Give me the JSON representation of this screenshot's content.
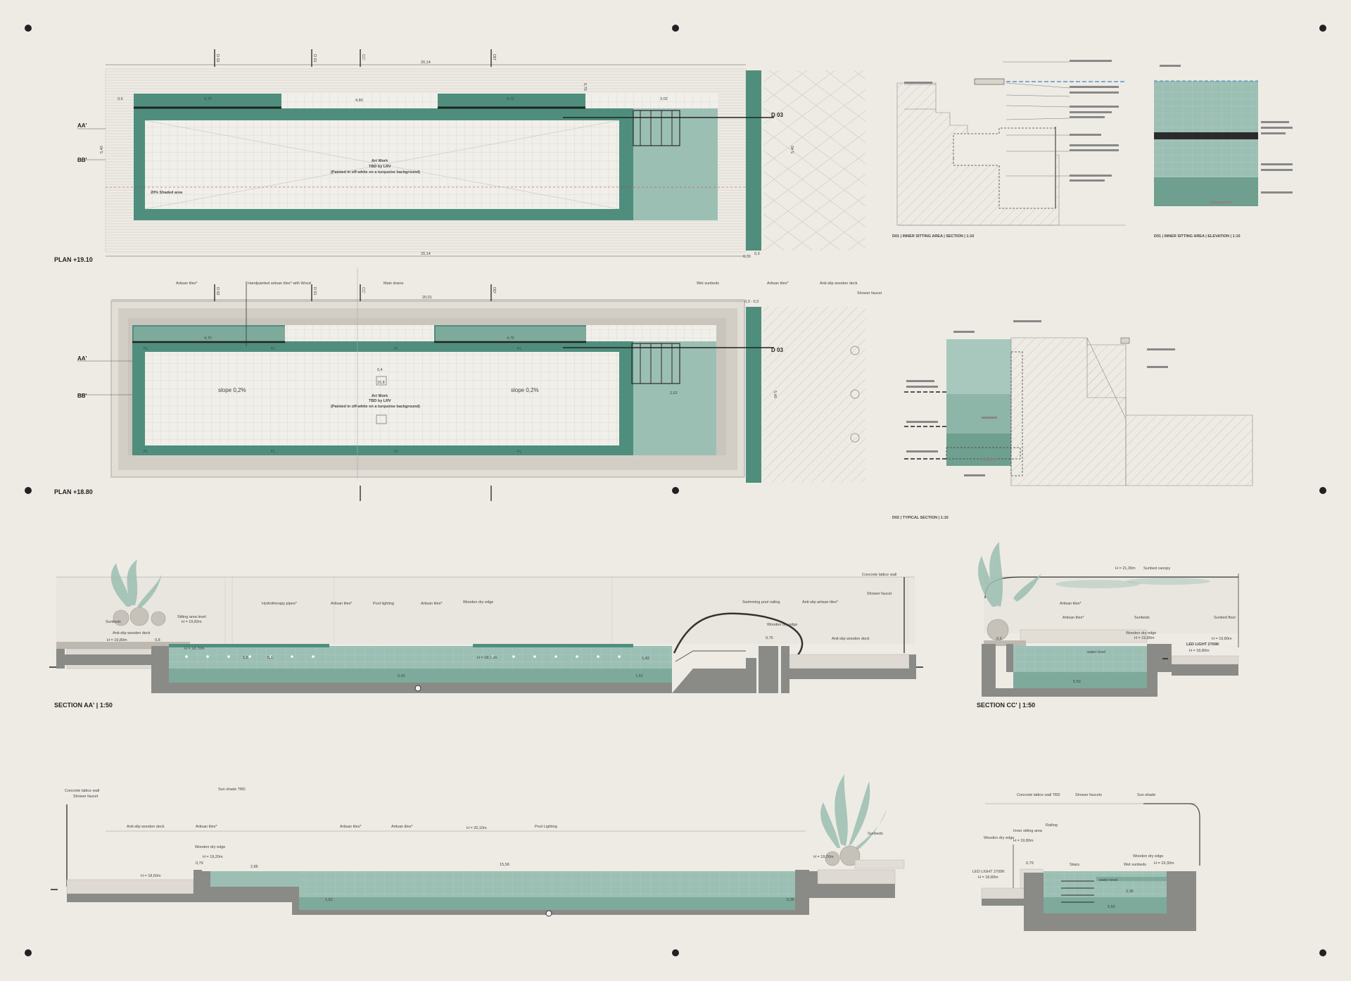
{
  "drawings": {
    "plan1": {
      "title": "PLAN +19.10",
      "dims_top": [
        "20,14"
      ],
      "dims_bottom": [
        "20,14"
      ],
      "seg_dims": [
        "4,72",
        "4,80",
        "4,72",
        "3,02"
      ],
      "left_dim": "0,6",
      "cuts": [
        "D 02",
        "D 01",
        "CC'",
        "DD'"
      ],
      "rows": [
        "AA'",
        "BB'"
      ],
      "side_dim": "5,40",
      "right_dim": "5,40",
      "top_dim": "0,70",
      "detail_tag": "D 03",
      "artwork": [
        "Art Work",
        "TBD by LRV",
        "(Painted in off-white on a turquoise background)"
      ],
      "shaded": "20% Shaded area",
      "bottom_right": [
        "0,30",
        "0,3"
      ]
    },
    "plan2": {
      "title": "PLAN +18.80",
      "dim_top": "20,01",
      "seg_dims": [
        "4,70",
        "4,70",
        "2,62"
      ],
      "cuts": [
        "D 02",
        "D 01",
        "CC'",
        "DD'"
      ],
      "rows": [
        "AA'",
        "BB'"
      ],
      "detail_tag": "D 03",
      "notes": [
        "Artisan tiles*",
        "Handpainted artisan tiles* with Wood",
        "Main drains",
        "Wet sunbeds",
        "Artisan tiles*",
        "Anti-slip wooden deck",
        "Shower faucet"
      ],
      "slopes": [
        "slope 0,2%",
        "slope 0,2%"
      ],
      "artwork": [
        "Art Work",
        "TBD by LRV",
        "(Painted in off-white on a turquoise background)"
      ],
      "small_dims": [
        "0,4",
        "15,8",
        "0,3 - 0,3",
        "5,40"
      ],
      "floor_label": "FL"
    },
    "d01_section": {
      "title": "D01 | INNER SITTING AREA | SECTION | 1:10"
    },
    "d01_elevation": {
      "title": "D01 | INNER SITTING AREA | ELEVATION | 1:10"
    },
    "d02": {
      "title": "D02 | TYPICAL SECTION | 1:10"
    },
    "section_aa": {
      "title": "SECTION AA' | 1:50",
      "notes": [
        "Sunbeds",
        "Sitting area level",
        "H = 19,82m",
        "Anti-slip wooden deck",
        "H = 19,80m",
        "Hydrotherapy pipes*",
        "Artisan tiles*",
        "Pool lighting",
        "Artisan tiles*",
        "Wooden dry edge",
        "Swimming pool railing",
        "Anti-slip artisan tiles*",
        "Wooden dry edge",
        "Anti-slip wooden deck",
        "Concrete lattice wall",
        "Shower faucet"
      ],
      "levels": [
        "H = 18,70m",
        "H = 18,70m"
      ],
      "dims": [
        "0,8",
        "0,5",
        "1,0",
        "0,42",
        "1,62",
        "1,42",
        "0,75"
      ]
    },
    "section_cc": {
      "title": "SECTION CC' | 1:50",
      "notes": [
        "H = 21,30m",
        "Sunbed canopy",
        "Artisan tiles*",
        "Artisan tiles*",
        "Sunbeds",
        "Sunbed floor",
        "Wooden dry edge",
        "H = 19,80m",
        "LED LIGHT 2700K",
        "H = 18,80m",
        "H = 19,80m",
        "water level"
      ],
      "dims": [
        "0,9",
        "5,50"
      ]
    },
    "section_bb": {
      "notes": [
        "Concrete lattice wall",
        "Shower faucet",
        "Sun shade TBD",
        "Anti-slip wooden deck",
        "Artisan tiles*",
        "Artisan tiles*",
        "Artisan tiles*",
        "H = 20,10m",
        "Pool Lighting",
        "Sunbeds",
        "Wooden dry edge",
        "H = 19,20m",
        "H = 19,20m",
        "H = 18,50m"
      ],
      "dims": [
        "0,79",
        "2,85",
        "15,58",
        "1,62",
        "0,35"
      ]
    },
    "section_dd": {
      "notes": [
        "Concrete lattice wall TBD",
        "Shower faucets",
        "Sun shade",
        "Railing",
        "Inner sitting area",
        "H = 19,80m",
        "Wooden dry edge",
        "Wooden dry edge",
        "Steps",
        "Wet sunbeds",
        "H = 19,30m",
        "LED LIGHT 2700K",
        "H = 18,80m",
        "water level"
      ],
      "dims": [
        "0,79",
        "2,36",
        "5,50"
      ]
    }
  },
  "colors": {
    "bg": "#eeebe5",
    "water": "#9cbfb4",
    "tile": "#4f8e7c",
    "dark": "#2b2b2b",
    "concrete": "#8a8a86"
  }
}
